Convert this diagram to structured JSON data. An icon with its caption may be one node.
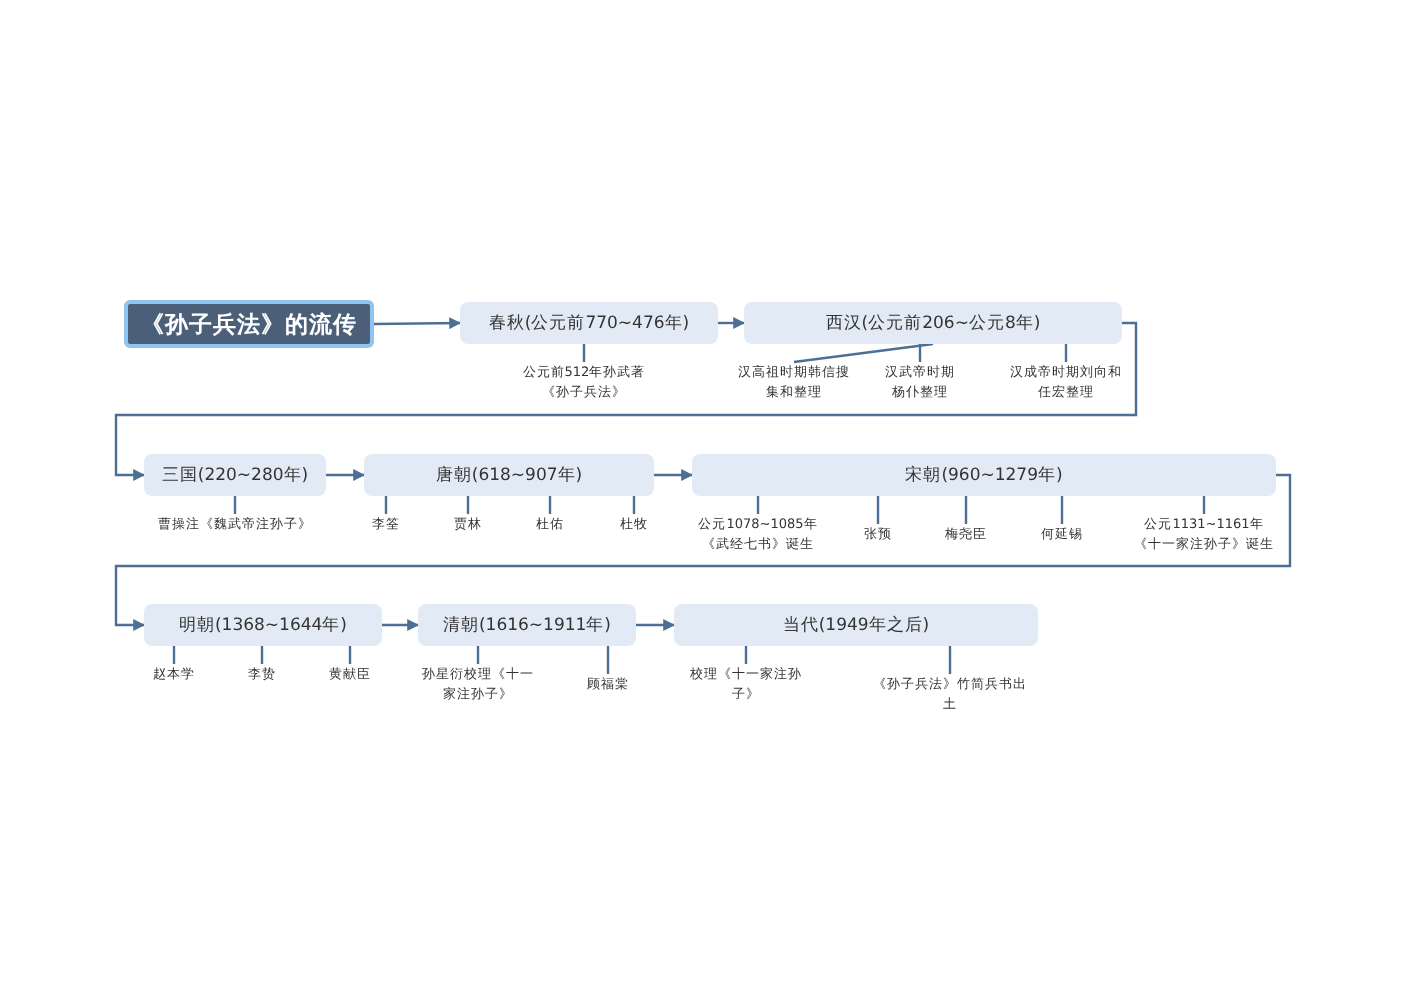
{
  "diagram": {
    "nodes": [
      {
        "text": [
          "《孙子兵法》的流传"
        ]
      },
      {
        "text": [
          "春秋(公元前770~476年)"
        ]
      },
      {
        "text": [
          "西汉(公元前206~公元8年)"
        ]
      },
      {
        "text": [
          "三国(220~280年)"
        ]
      },
      {
        "text": [
          "唐朝(618~907年)"
        ]
      },
      {
        "text": [
          "宋朝(960~1279年)"
        ]
      },
      {
        "text": [
          "明朝(1368~1644年)"
        ]
      },
      {
        "text": [
          "清朝(1616~1911年)"
        ]
      },
      {
        "text": [
          "当代(1949年之后)"
        ]
      },
      {
        "text": [
          "公元前512年孙武著《孙子兵法》"
        ]
      },
      {
        "text": [
          "汉高祖时期韩信搜集和整理"
        ]
      },
      {
        "text": [
          "汉武帝时期杨仆整理"
        ]
      },
      {
        "text": [
          "汉成帝时期刘向和任宏整理"
        ]
      },
      {
        "text": [
          "曹操注《魏武帝注孙子》"
        ]
      },
      {
        "text": [
          "李筌"
        ]
      },
      {
        "text": [
          "贾林"
        ]
      },
      {
        "text": [
          "杜佑"
        ]
      },
      {
        "text": [
          "杜牧"
        ]
      },
      {
        "text": [
          "公元1078~1085年《武经七书》诞生"
        ]
      },
      {
        "text": [
          "张预"
        ]
      },
      {
        "text": [
          "梅尧臣"
        ]
      },
      {
        "text": [
          "何延锡"
        ]
      },
      {
        "text": [
          "公元1131~1161年《十一家注孙子》诞生"
        ]
      },
      {
        "text": [
          "赵本学"
        ]
      },
      {
        "text": [
          "李贽"
        ]
      },
      {
        "text": [
          "黄献臣"
        ]
      },
      {
        "text": [
          "孙星衍校理《十一家注孙子》"
        ]
      },
      {
        "text": [
          "顾福棠"
        ]
      },
      {
        "text": [
          "校理《十一家注孙子》"
        ]
      },
      {
        "text": [
          "《孙子兵法》竹简兵书出土"
        ]
      }
    ],
    "edges": [
      {
        "from": 0,
        "to": 1,
        "arrow": "to"
      },
      {
        "from": 1,
        "to": 2,
        "arrow": "to"
      },
      {
        "from": 2,
        "to": 3,
        "arrow": "to"
      },
      {
        "from": 3,
        "to": 4,
        "arrow": "to"
      },
      {
        "from": 4,
        "to": 5,
        "arrow": "to"
      },
      {
        "from": 5,
        "to": 6,
        "arrow": "to"
      },
      {
        "from": 6,
        "to": 7,
        "arrow": "to"
      },
      {
        "from": 7,
        "to": 8,
        "arrow": "to"
      },
      {
        "from": 1,
        "to": 9,
        "arrow": "none"
      },
      {
        "from": 2,
        "to": 10,
        "arrow": "none"
      },
      {
        "from": 2,
        "to": 11,
        "arrow": "none"
      },
      {
        "from": 2,
        "to": 12,
        "arrow": "none"
      },
      {
        "from": 3,
        "to": 13,
        "arrow": "none"
      },
      {
        "from": 4,
        "to": 14,
        "arrow": "none"
      },
      {
        "from": 4,
        "to": 15,
        "arrow": "none"
      },
      {
        "from": 4,
        "to": 16,
        "arrow": "none"
      },
      {
        "from": 4,
        "to": 17,
        "arrow": "none"
      },
      {
        "from": 5,
        "to": 18,
        "arrow": "none"
      },
      {
        "from": 5,
        "to": 19,
        "arrow": "none"
      },
      {
        "from": 5,
        "to": 20,
        "arrow": "none"
      },
      {
        "from": 5,
        "to": 21,
        "arrow": "none"
      },
      {
        "from": 5,
        "to": 22,
        "arrow": "none"
      },
      {
        "from": 6,
        "to": 23,
        "arrow": "none"
      },
      {
        "from": 6,
        "to": 24,
        "arrow": "none"
      },
      {
        "from": 6,
        "to": 25,
        "arrow": "none"
      },
      {
        "from": 7,
        "to": 26,
        "arrow": "none"
      },
      {
        "from": 7,
        "to": 27,
        "arrow": "none"
      },
      {
        "from": 8,
        "to": 28,
        "arrow": "none"
      },
      {
        "from": 8,
        "to": 29,
        "arrow": "none"
      }
    ]
  }
}
